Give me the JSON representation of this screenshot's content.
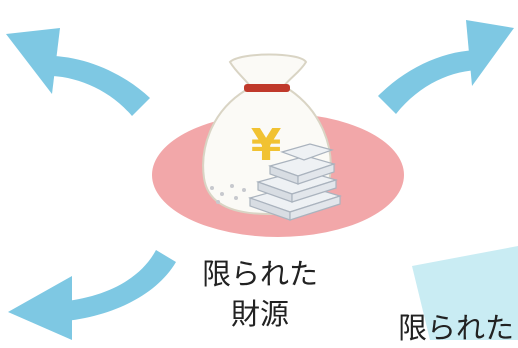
{
  "center_label": {
    "line1": "限られた",
    "line2": "財源"
  },
  "partial_label": "限られた",
  "bag_symbol": "¥",
  "colors": {
    "arrow": "#7ec8e3",
    "ellipse": "#f2a7a9",
    "bag": "#fbfaf6",
    "bag_outline": "#d9d4c4",
    "bag_tie": "#c0392b",
    "yen": "#f1c232",
    "notes": "#e9ecf0",
    "panel": "#c9ecf3"
  },
  "icons": [
    "arrow-up-left-icon",
    "arrow-up-right-icon",
    "arrow-down-left-icon",
    "money-bag-icon",
    "banknote-stack-icon"
  ]
}
